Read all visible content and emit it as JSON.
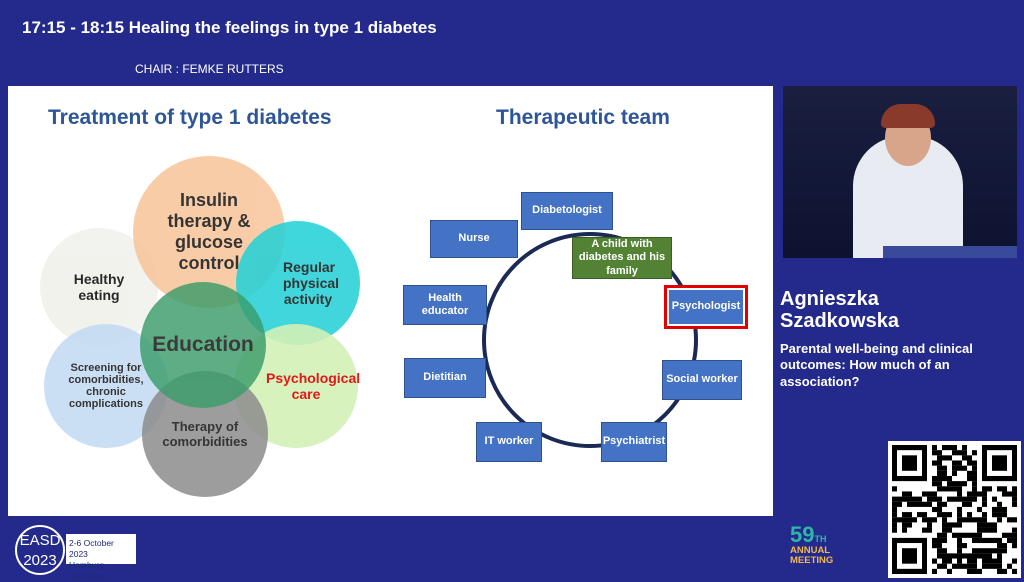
{
  "header": {
    "session": "17:15 - 18:15  Healing the feelings in type 1 diabetes",
    "chair": "CHAIR : FEMKE RUTTERS"
  },
  "slide": {
    "left_title": "Treatment of type  1 diabetes",
    "right_title": "Therapeutic team",
    "circles": [
      {
        "label": "Healthy eating",
        "color": "#f1f1ec"
      },
      {
        "label": "Insulin therapy & glucose control",
        "color": "#f8c49a"
      },
      {
        "label": "Regular physical activity",
        "color": "#1fd0d6"
      },
      {
        "label": "Screening for comorbidities, chronic complications",
        "color": "#c3daf3"
      },
      {
        "label": "Psychological care",
        "color": "#d3f1b6",
        "text_color": "#e00000"
      },
      {
        "label": "Therapy of comorbidities",
        "color": "#8c8c8c"
      },
      {
        "label": "Education",
        "color": "#3b9c6b"
      }
    ],
    "team": [
      {
        "label": "Diabetologist"
      },
      {
        "label": "Nurse"
      },
      {
        "label": "A child with diabetes and his family"
      },
      {
        "label": "Health educator"
      },
      {
        "label": "Psychologist"
      },
      {
        "label": "Dietitian"
      },
      {
        "label": "Social worker"
      },
      {
        "label": "IT worker"
      },
      {
        "label": "Psychiatrist"
      }
    ],
    "highlight_color": "#e00000"
  },
  "speaker": {
    "name_line1": "Agnieszka",
    "name_line2": "Szadkowska",
    "talk": "Parental well-being and clinical outcomes: How much of an association?"
  },
  "footer": {
    "logo_top": "EASD",
    "logo_bottom": "2023",
    "dates": "2-6 October 2023",
    "place": "Hamburg, Germany",
    "meeting_num": "59",
    "meeting_suffix": "TH",
    "meeting_l1": "ANNUAL",
    "meeting_l2": "MEETING"
  }
}
